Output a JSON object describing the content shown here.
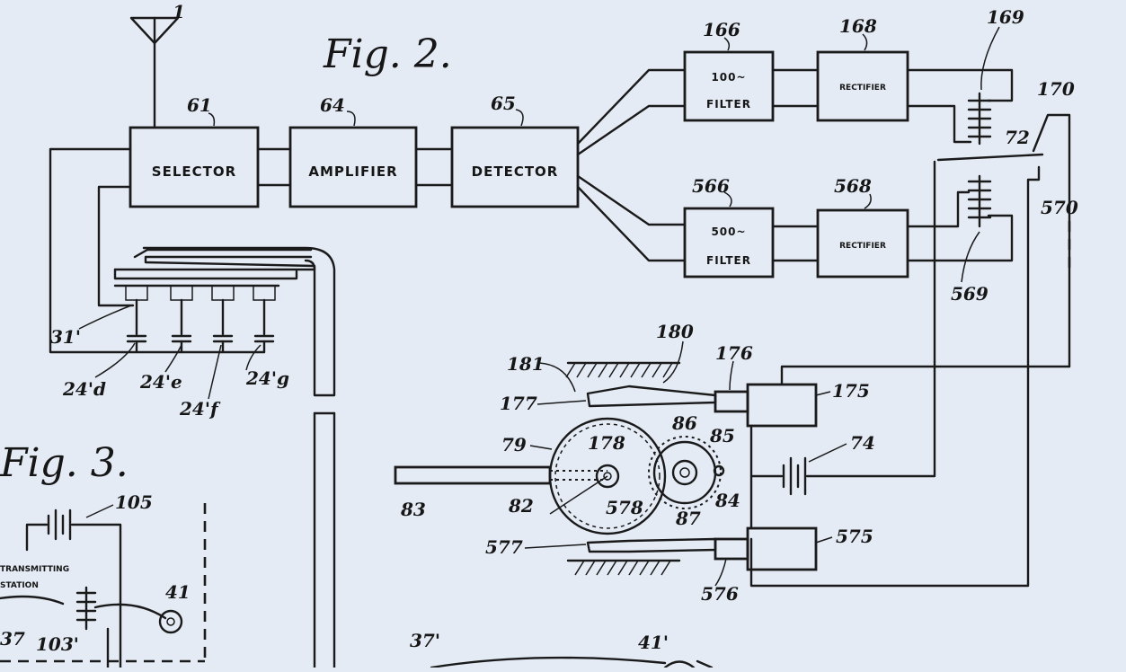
{
  "fig2_title": "Fig. 2.",
  "fig3_title": "Fig. 3.",
  "boxes": {
    "selector": "SELECTOR",
    "amplifier": "AMPLIFIER",
    "detector": "DETECTOR",
    "filter_100_line1": "100~",
    "filter_100_line2": "FILTER",
    "rectifier_upper": "RECTIFIER",
    "filter_500_line1": "500~",
    "filter_500_line2": "FILTER",
    "rectifier_lower": "RECTIFIER",
    "station_line1": "TRANSMITTING",
    "station_line2": "STATION"
  },
  "labels": {
    "l1": "1",
    "l61": "61",
    "l64": "64",
    "l65": "65",
    "l166": "166",
    "l168": "168",
    "l169": "169",
    "l170": "170",
    "l72": "72",
    "l566": "566",
    "l568": "568",
    "l570": "570",
    "l569": "569",
    "l31": "31'",
    "l24d": "24'd",
    "l24e": "24'e",
    "l24f": "24'f",
    "l24g": "24'g",
    "l180": "180",
    "l181": "181",
    "l176": "176",
    "l175": "175",
    "l177": "177",
    "l178": "178",
    "l86": "86",
    "l85": "85",
    "l79": "79",
    "l74": "74",
    "l83": "83",
    "l82": "82",
    "l578": "578",
    "l87": "87",
    "l84": "84",
    "l577": "577",
    "l575": "575",
    "l576": "576",
    "l105": "105",
    "l41": "41",
    "l37": "37",
    "l103": "103'",
    "l37p": "37'",
    "l41p": "41'"
  }
}
